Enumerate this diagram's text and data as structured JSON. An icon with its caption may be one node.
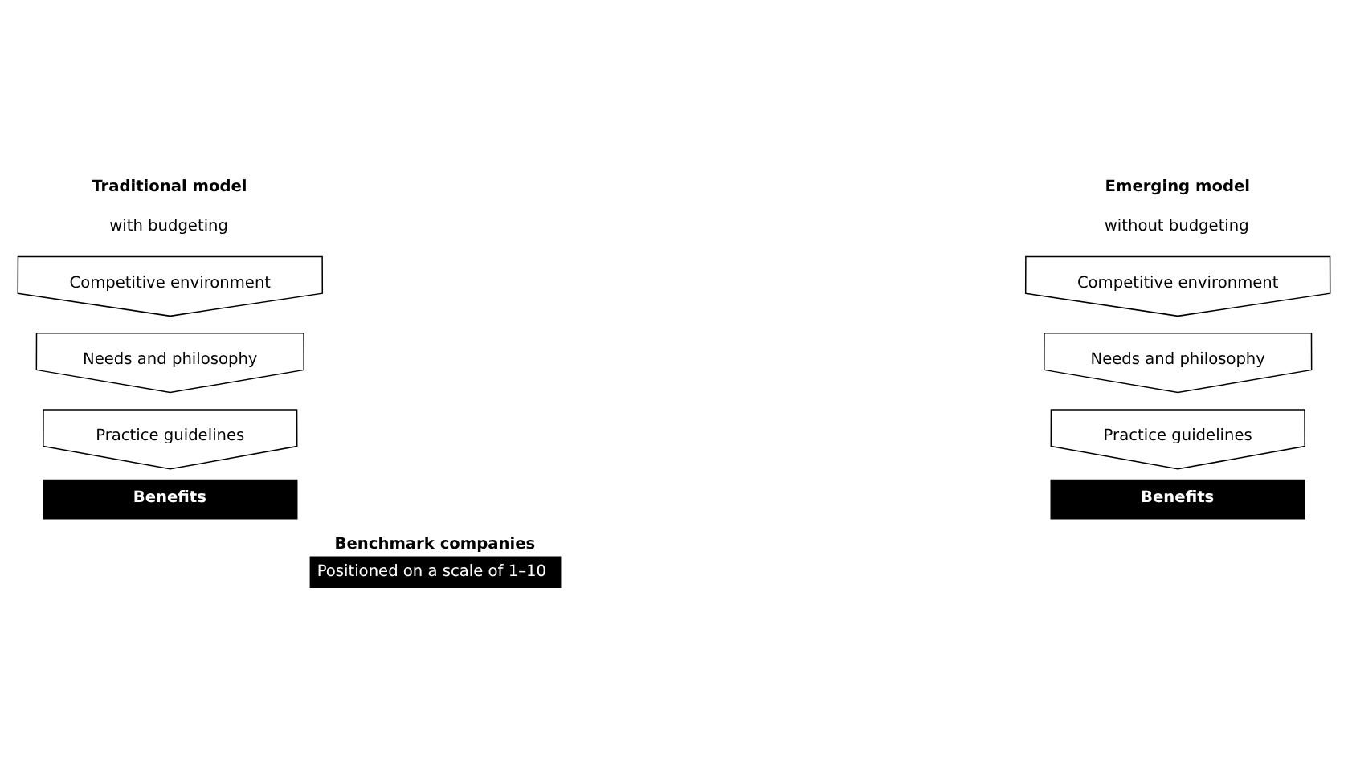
{
  "diagram": {
    "nodes": [
      {
        "text": [
          "Competitive environment"
        ]
      },
      {
        "text": [
          "Needs and philosophy"
        ]
      },
      {
        "text": [
          "Practice guidelines"
        ]
      },
      {
        "text": [
          "Benefits"
        ]
      },
      {
        "text": [
          "Competitive environment"
        ]
      },
      {
        "text": [
          "Needs and philosophy"
        ]
      },
      {
        "text": [
          "Practice guidelines"
        ]
      },
      {
        "text": [
          "Benefits"
        ]
      },
      {
        "text": [
          "Benchmark companies",
          "Positioned on a scale of 1–10"
        ]
      }
    ],
    "labels": [
      "Traditional model",
      "with budgeting",
      "Emerging model",
      "without budgeting"
    ]
  }
}
